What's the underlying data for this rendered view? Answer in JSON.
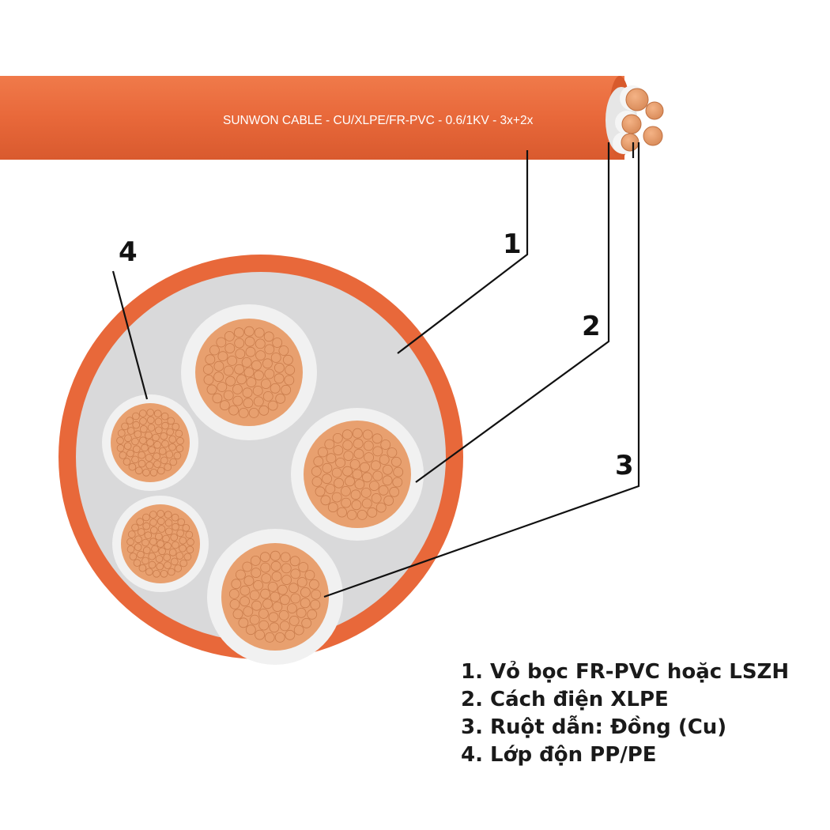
{
  "cable": {
    "print_text": "SUNWON CABLE - CU/XLPE/FR-PVC - 0.6/1KV - 3x+2x"
  },
  "callouts": [
    {
      "number": "1",
      "part": "sheath"
    },
    {
      "number": "2",
      "part": "insulation"
    },
    {
      "number": "3",
      "part": "conductor"
    },
    {
      "number": "4",
      "part": "filler"
    }
  ],
  "legend": [
    "1. Vỏ bọc FR-PVC hoặc LSZH",
    "2. Cách điện XLPE",
    "3. Ruột dẫn: Đồng (Cu)",
    "4. Lớp độn PP/PE"
  ],
  "colors": {
    "sheath": "#e8683a",
    "sheath_dark": "#d95a2e",
    "filler": "#d9d9da",
    "insulation": "#f1f1f1",
    "copper": "#e8a06f",
    "copper_dark": "#c97c4c",
    "leader_line": "#111111"
  }
}
